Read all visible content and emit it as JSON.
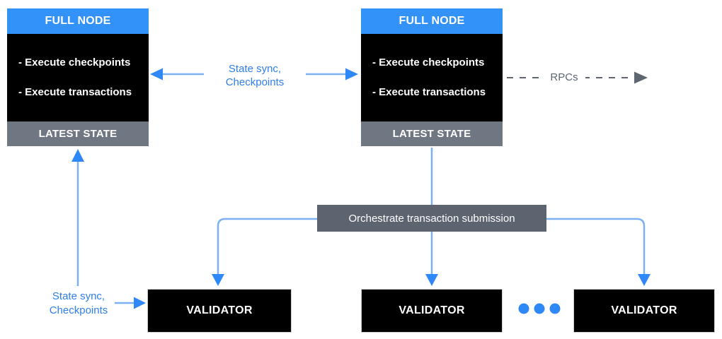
{
  "colors": {
    "node_header_blue": "#3292F7",
    "arrow_line_blue": "#7CB0F2",
    "arrow_solid_blue": "#2F88F7",
    "label_text_blue": "#2E7FEB",
    "latest_state_gray": "#6F7782",
    "orchestrator_gray": "#5C6470",
    "rpc_gray": "#5E6672",
    "node_body_black": "#000000",
    "background": "#FFFFFF"
  },
  "full_node_left": {
    "title": "FULL NODE",
    "items": [
      "- Execute checkpoints",
      "- Execute transactions"
    ],
    "footer": "LATEST STATE"
  },
  "full_node_right": {
    "title": "FULL NODE",
    "items": [
      "- Execute checkpoints",
      "- Execute transactions"
    ],
    "footer": "LATEST STATE"
  },
  "orchestrator": {
    "label": "Orchestrate transaction submission"
  },
  "validators": [
    {
      "label": "VALIDATOR"
    },
    {
      "label": "VALIDATOR"
    },
    {
      "label": "VALIDATOR"
    }
  ],
  "labels": {
    "sync_top": "State sync,\nCheckpoints",
    "sync_bottom": "State sync,\nCheckpoints",
    "rpc": "RPCs"
  }
}
